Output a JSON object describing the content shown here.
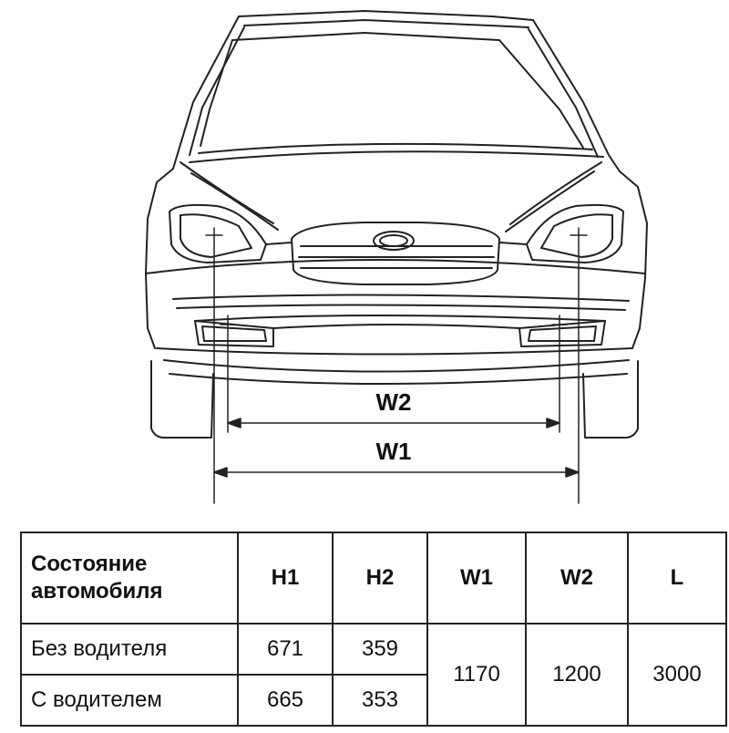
{
  "diagram": {
    "w2_label": "W2",
    "w1_label": "W1"
  },
  "table": {
    "header_condition_line1": "Состояние",
    "header_condition_line2": "автомобиля",
    "columns": [
      "H1",
      "H2",
      "W1",
      "W2",
      "L"
    ],
    "rows": [
      {
        "condition": "Без водителя",
        "H1": "671",
        "H2": "359"
      },
      {
        "condition": "С водителем",
        "H1": "665",
        "H2": "353"
      }
    ],
    "shared": {
      "W1": "1170",
      "W2": "1200",
      "L": "3000"
    }
  }
}
